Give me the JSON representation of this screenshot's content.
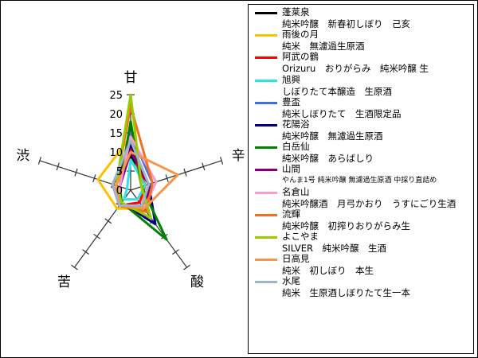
{
  "chart_data": {
    "type": "radar",
    "axes": [
      "甘",
      "辛",
      "酸",
      "苦",
      "渋"
    ],
    "rlim": [
      0,
      25
    ],
    "ticks": [
      0,
      5,
      10,
      15,
      20,
      25
    ],
    "series": [
      {
        "name": "蓬莱泉",
        "subtitle": "純米吟醸　新春初しぼり　己亥",
        "color": "#000000",
        "values": [
          9,
          5,
          5,
          5,
          5
        ]
      },
      {
        "name": "雨後の月",
        "subtitle": "純米　無濾過生原酒",
        "color": "#FFC000",
        "values": [
          14,
          3,
          6,
          6,
          9
        ]
      },
      {
        "name": "阿武の鶴",
        "subtitle": "Orizuru　おりがらみ　純米吟醸 生",
        "color": "#FF0000",
        "values": [
          11,
          4,
          4,
          5,
          5
        ]
      },
      {
        "name": "旭興",
        "subtitle": "しぼりたて本醸造　生原酒",
        "color": "#33E0E0",
        "values": [
          8,
          4,
          3,
          3,
          1
        ]
      },
      {
        "name": "豊盃",
        "subtitle": "純米しぼりたて　生酒限定品",
        "color": "#3F6FDF",
        "values": [
          15,
          6,
          5,
          5,
          3
        ]
      },
      {
        "name": "花陽浴",
        "subtitle": "純米吟醸　無濾過生原酒",
        "color": "#000080",
        "values": [
          12,
          5,
          11,
          4,
          4
        ]
      },
      {
        "name": "白岳仙",
        "subtitle": "純米吟醸　あらばしり",
        "color": "#008000",
        "values": [
          18,
          3,
          16,
          4,
          3
        ]
      },
      {
        "name": "山間",
        "subtitle": "やんま1号 純米吟醸 無濾過生原酒 中採り直詰め",
        "color": "#800080",
        "values": [
          10,
          5,
          7,
          5,
          3
        ]
      },
      {
        "name": "名倉山",
        "subtitle": "純米吟醸酒　月弓かおり　うすにごり生酒",
        "color": "#FF99CC",
        "values": [
          14,
          7,
          6,
          5,
          3
        ]
      },
      {
        "name": "流輝",
        "subtitle": "純米吟醸　初搾りおりがらみ生",
        "color": "#F07020",
        "values": [
          22,
          6,
          7,
          5,
          4
        ]
      },
      {
        "name": "よこやま",
        "subtitle": "SILVER　純米吟醸　生酒",
        "color": "#99CC00",
        "values": [
          25,
          3,
          9,
          4,
          4
        ]
      },
      {
        "name": "日高見",
        "subtitle": "純米　初しぼり　本生",
        "color": "#F79646",
        "values": [
          10,
          13,
          6,
          5,
          4
        ]
      },
      {
        "name": "水尾",
        "subtitle": "純米　生原酒しぼりたて生一本",
        "color": "#A0B4CC",
        "values": [
          13,
          5,
          5,
          5,
          5
        ]
      }
    ]
  }
}
